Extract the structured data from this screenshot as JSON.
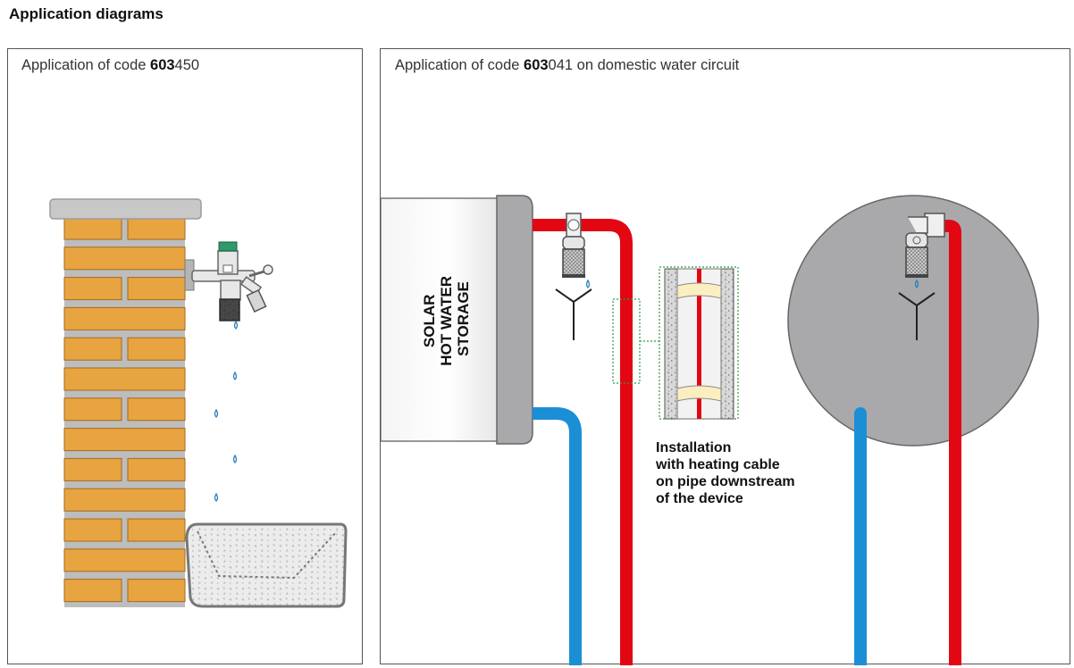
{
  "heading": "Application diagrams",
  "left_panel": {
    "caption_prefix": "Application of code ",
    "caption_bold": "603",
    "caption_suffix": "450"
  },
  "right_panel": {
    "caption_prefix": "Application of code ",
    "caption_bold": "603",
    "caption_suffix": "041 on domestic water circuit",
    "storage_label_lines": [
      "SOLAR",
      "HOT WATER",
      "STORAGE"
    ],
    "install_note_lines": [
      "Installation",
      "with heating cable",
      "on pipe downstream",
      "of the device"
    ]
  },
  "colors": {
    "hot_pipe": "#e30613",
    "cold_pipe": "#1b8fd6",
    "brick": "#e8a440",
    "tank_grey": "#a9a9ab",
    "cap_grey": "#c8c8c8"
  }
}
